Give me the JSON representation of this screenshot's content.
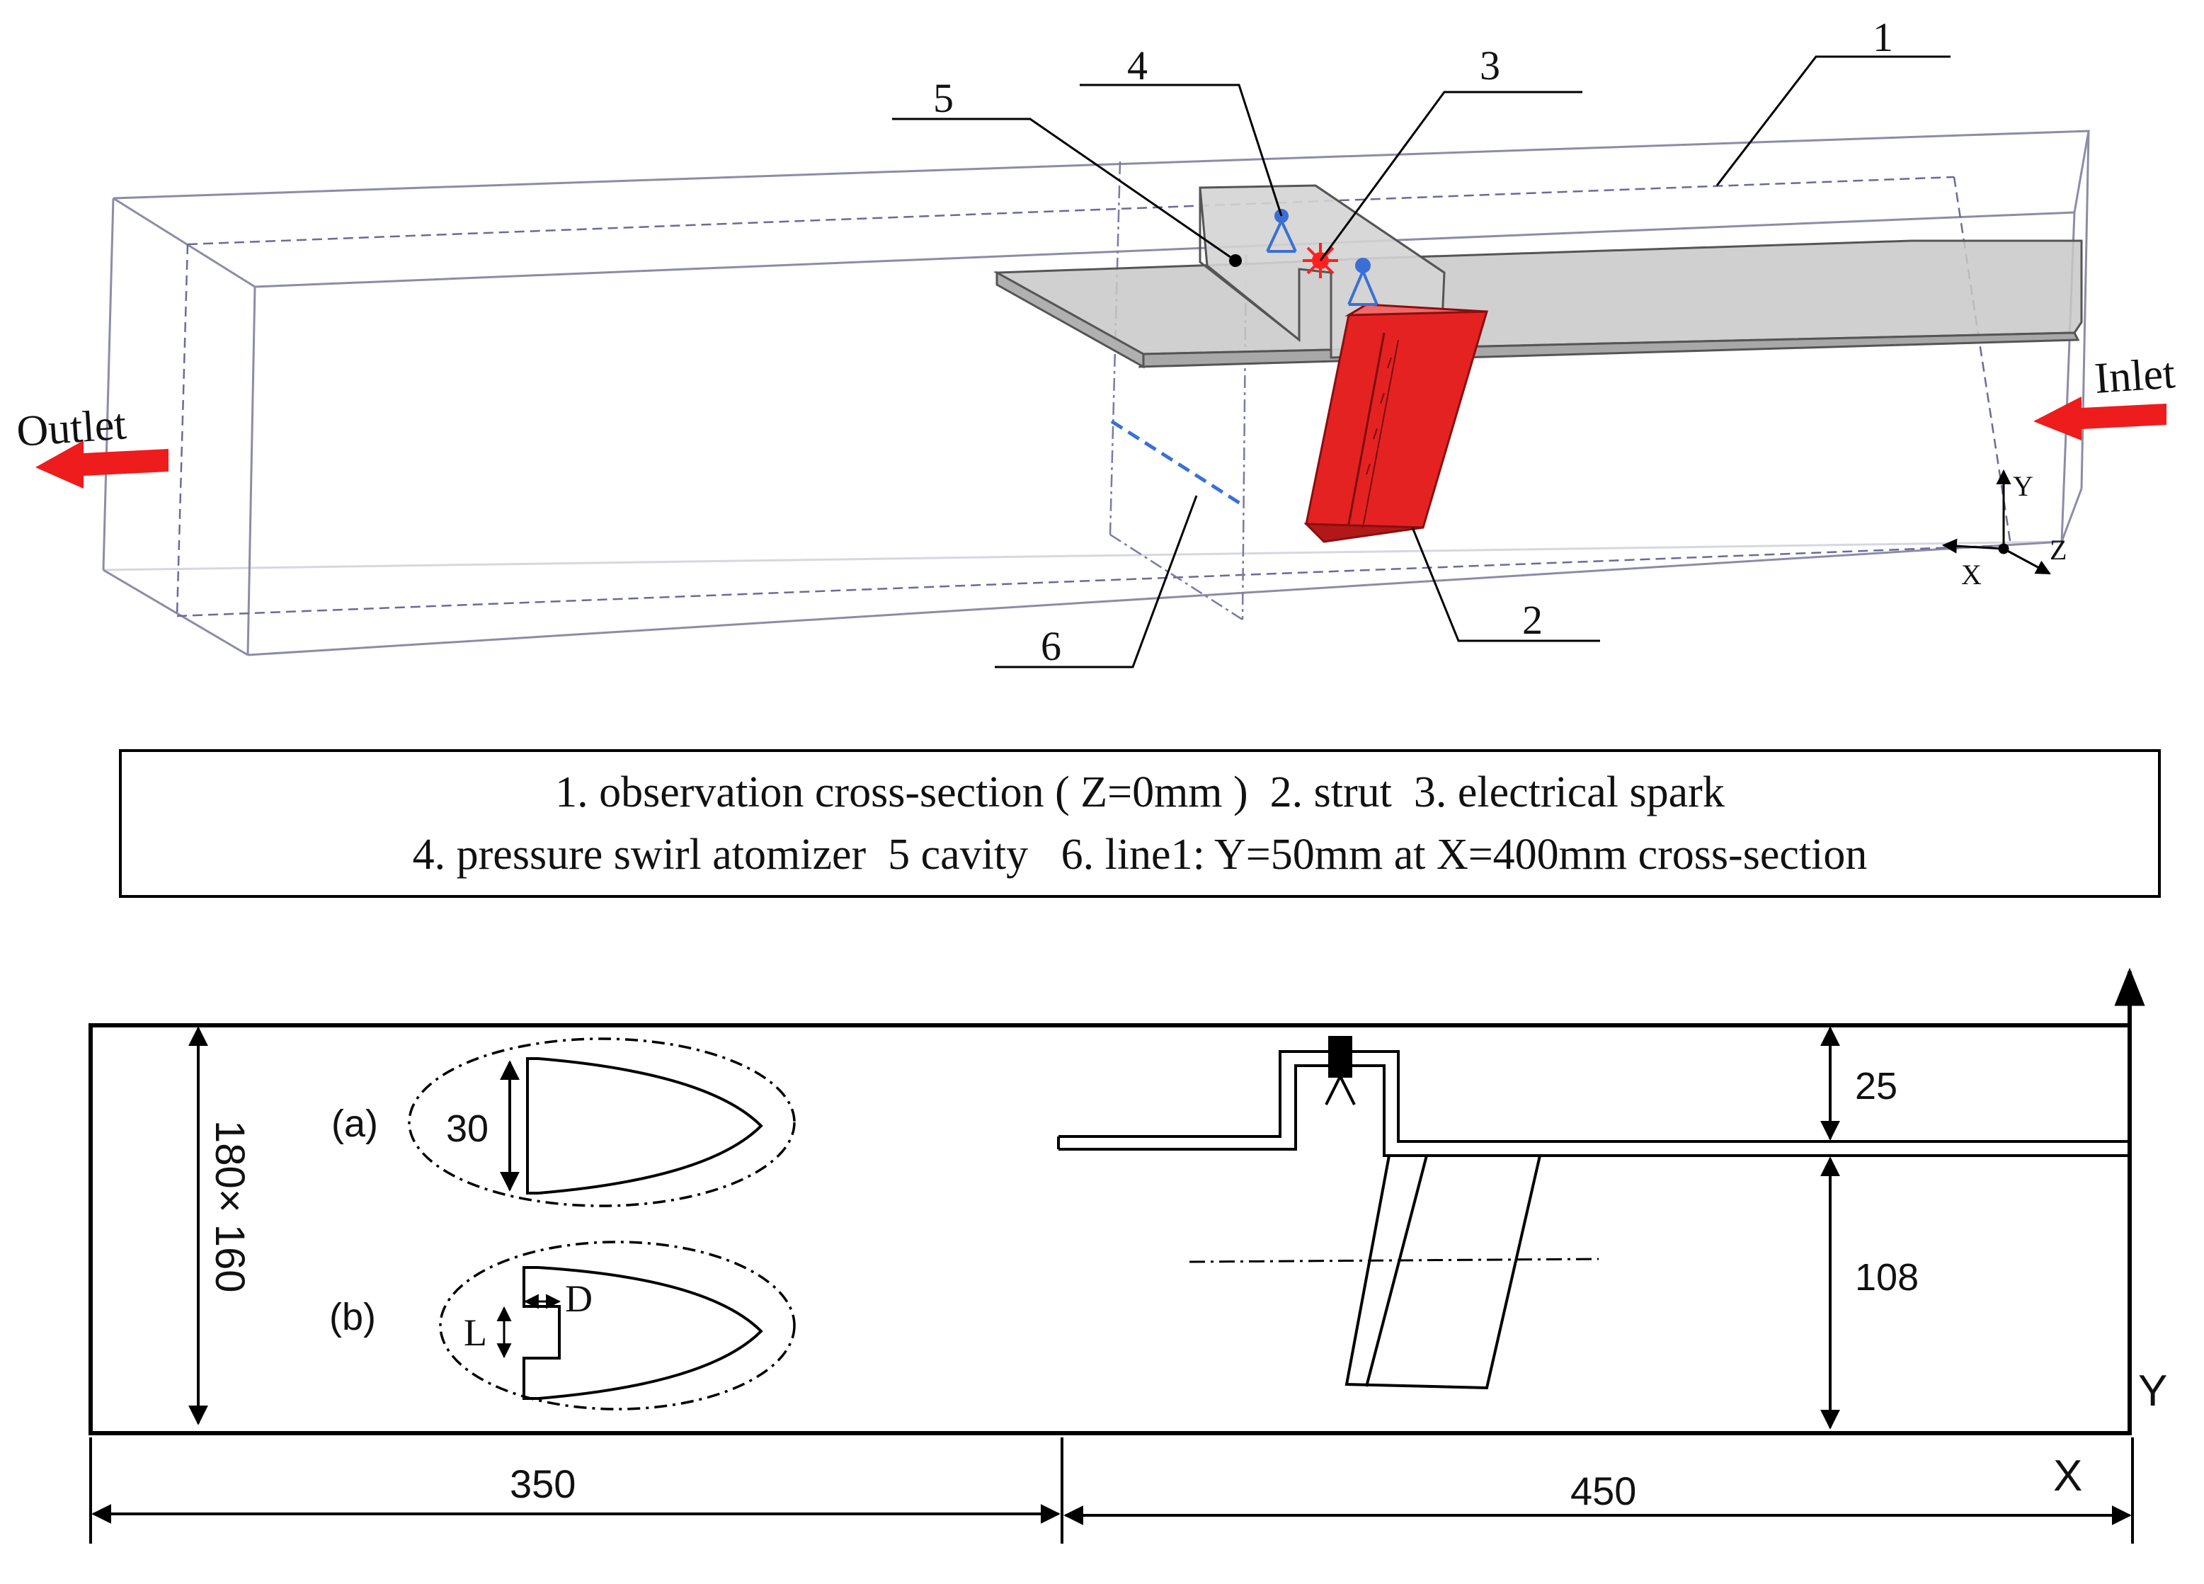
{
  "top_view": {
    "callouts": [
      "1",
      "2",
      "3",
      "4",
      "5",
      "6"
    ],
    "outlet_label": "Outlet",
    "inlet_label": "Inlet",
    "axis_x": "X",
    "axis_y": "Y",
    "axis_z": "Z"
  },
  "legend": {
    "line1": "1. observation cross-section ( Z=0mm )  2. strut  3. electrical spark",
    "line2": "4. pressure swirl atomizer  5 cavity   6. line1: Y=50mm at X=400mm cross-section"
  },
  "bottom_view": {
    "dim_height": "180× 160",
    "dim_30": "30",
    "dim_25": "25",
    "dim_108": "108",
    "dim_350": "350",
    "dim_450": "450",
    "label_a": "(a)",
    "label_b": "(b)",
    "label_L": "L",
    "label_D": "D",
    "axis_x": "X",
    "axis_y": "Y"
  },
  "colors": {
    "strut_red": "#e52222",
    "flow_arrow_red": "#ee1c1c",
    "duct_outline": "#8c8ca8",
    "plate_gray": "#c8c8c8",
    "atomizer_blue": "#3b6fd6"
  }
}
